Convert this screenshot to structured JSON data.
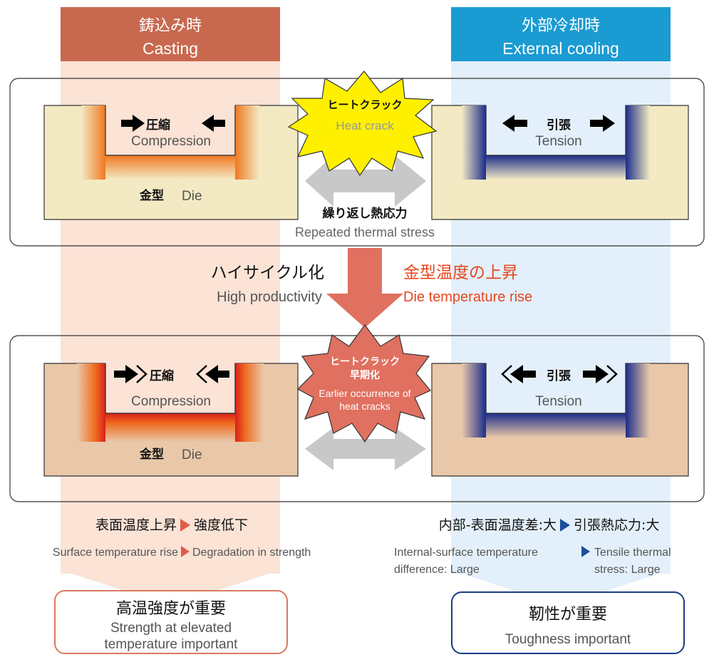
{
  "colors": {
    "casting_header": "#c8694f",
    "cooling_header": "#1a9bd2",
    "casting_band": "#fbe3d6",
    "cooling_band": "#e3f0fb",
    "die_light": "#f3eac3",
    "die_dark": "#e9c8a9",
    "hot_orange": "#f07820",
    "hot_red": "#d8201a",
    "cool_blue": "#1c2d8a",
    "star_yellow": "#fff000",
    "star_salmon": "#e07060",
    "arrow_gray": "#c8c8c8",
    "accent_red": "#e8461e",
    "outline_red": "#d9795e",
    "outline_blue": "#1b3a86"
  },
  "header": {
    "casting_jp": "鋳込み時",
    "casting_en": "Casting",
    "cooling_jp": "外部冷却時",
    "cooling_en": "External cooling"
  },
  "top_panel": {
    "compression_jp": "圧縮",
    "compression_en": "Compression",
    "tension_jp": "引張",
    "tension_en": "Tension",
    "die_jp": "金型",
    "die_en": "Die",
    "crack_jp": "ヒートクラック",
    "crack_en": "Heat crack",
    "stress_jp": "繰り返し熱応力",
    "stress_en": "Repeated thermal stress"
  },
  "middle": {
    "high_cycle_jp": "ハイサイクル化",
    "high_cycle_en": "High productivity",
    "temp_rise_jp": "金型温度の上昇",
    "temp_rise_en": "Die temperature rise"
  },
  "bottom_panel": {
    "compression_jp": "圧縮",
    "compression_en": "Compression",
    "tension_jp": "引張",
    "tension_en": "Tension",
    "die_jp": "金型",
    "die_en": "Die",
    "crack_jp_1": "ヒートクラック",
    "crack_jp_2": "早期化",
    "crack_en_1": "Earlier occurrence of",
    "crack_en_2": "heat cracks"
  },
  "footer": {
    "left_jp_a": "表面温度上昇",
    "left_jp_b": "強度低下",
    "left_en_a": "Surface temperature rise",
    "left_en_b": "Degradation in strength",
    "right_jp_a": "内部-表面温度差:大",
    "right_jp_b": "引張熱応力:大",
    "right_en_a1": "Internal-surface temperature",
    "right_en_a2": "difference: Large",
    "right_en_b1": "Tensile thermal",
    "right_en_b2": "stress: Large",
    "left_box_jp": "高温強度が重要",
    "left_box_en_1": "Strength at elevated",
    "left_box_en_2": "temperature important",
    "right_box_jp": "靭性が重要",
    "right_box_en": "Toughness important"
  }
}
